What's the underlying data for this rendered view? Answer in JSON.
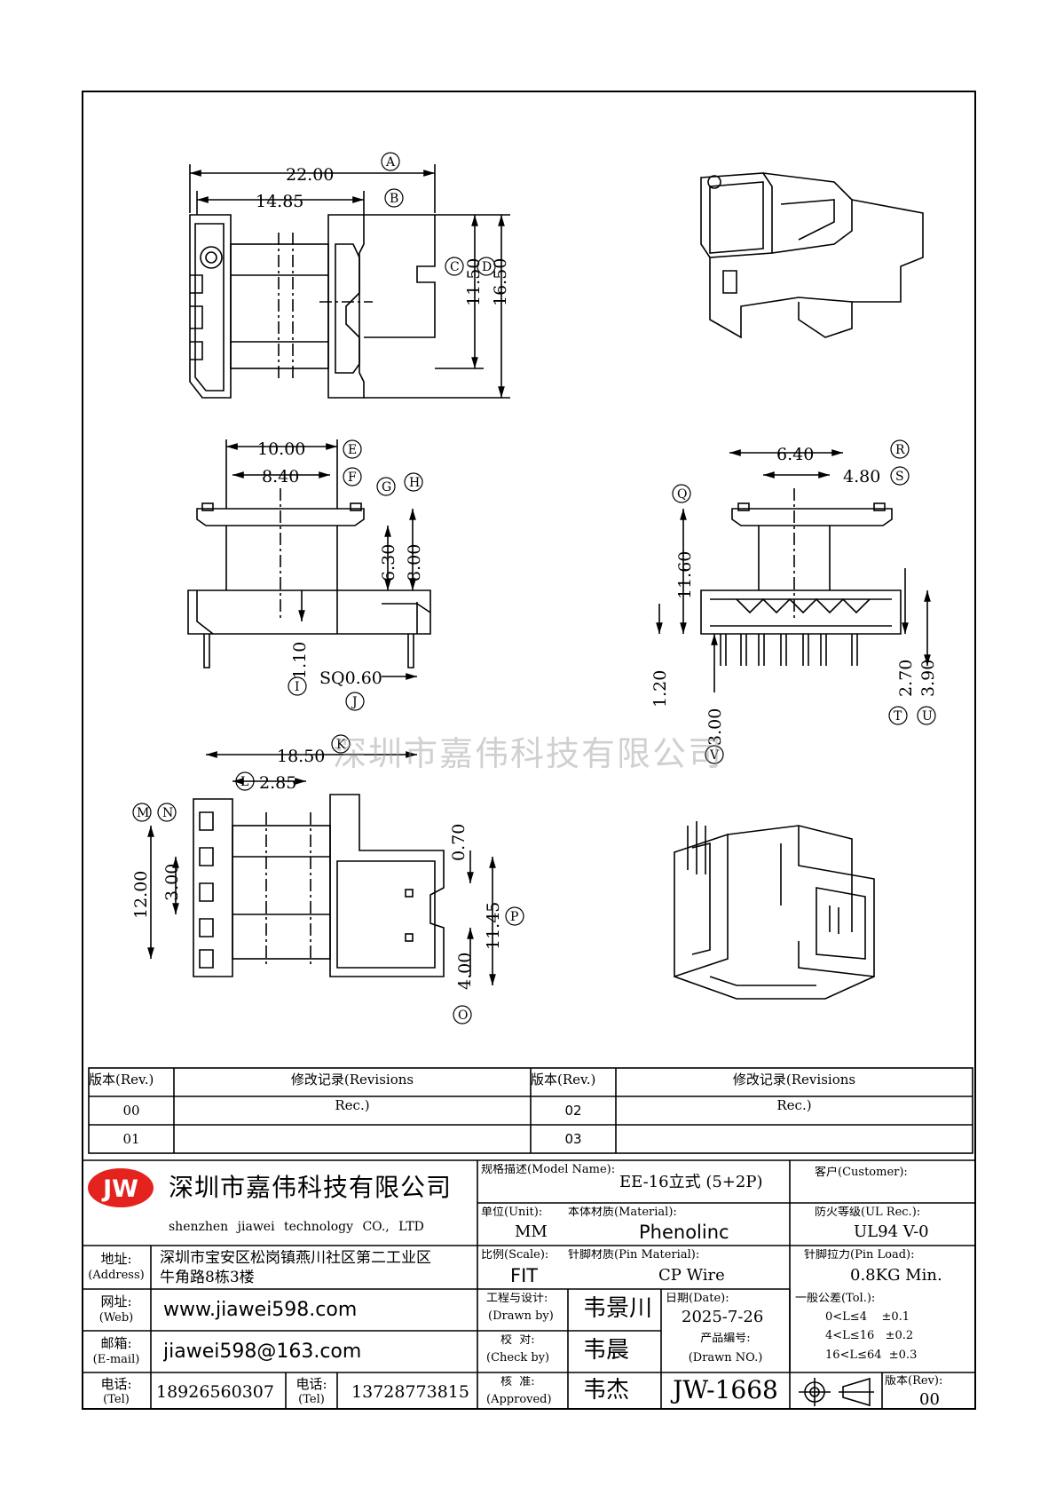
{
  "dimensions": {
    "top": {
      "a": "22.00",
      "b": "14.85",
      "c": "11.50",
      "d": "16.50"
    },
    "front": {
      "e": "10.00",
      "f": "8.40",
      "g": "6.30",
      "h": "8.00",
      "i": "1.10",
      "j": "SQ0.60"
    },
    "side": {
      "r": "6.40",
      "s": "4.80",
      "q": "11.60",
      "t": "1.20",
      "v": "3.00",
      "u": "2.70",
      "w": "3.90"
    },
    "bottom": {
      "k": "18.50",
      "l": "2.85",
      "m": "12.00",
      "n": "3.00",
      "o": "0.70",
      "p": "11.45",
      "q": "4.00"
    }
  },
  "labels": [
    "A",
    "B",
    "C",
    "D",
    "E",
    "F",
    "G",
    "H",
    "I",
    "J",
    "K",
    "L",
    "M",
    "N",
    "O",
    "P",
    "Q",
    "R",
    "S",
    "T",
    "U",
    "V"
  ],
  "watermark": "深圳市嘉伟科技有限公司",
  "revisions": {
    "col_rev": "版本(Rev.)",
    "col_rec": "修改记录(Revisions",
    "rec_text": "Rec.)",
    "rows_left": [
      "00",
      "01"
    ],
    "rows_right": [
      "02",
      "03"
    ]
  },
  "title_block": {
    "logo": "JW",
    "company_cn": "深圳市嘉伟科技有限公司",
    "company_en": "shenzhen  jiawei  technology  CO., LTD",
    "address_label": "地址:",
    "address_label_en": "(Address)",
    "address_line1": "深圳市宝安区松岗镇燕川社区第二工业区",
    "address_line2": "牛角路8栋3楼",
    "web_label": "网址:",
    "web_label_en": "(Web)",
    "web": "www.jiawei598.com",
    "email_label": "邮箱:",
    "email_label_en": "(E-mail)",
    "email": "jiawei598@163.com",
    "tel_label": "电话:",
    "tel_label_en": "(Tel)",
    "tel1": "18926560307",
    "tel2": "13728773815",
    "model_label": "规格描述(Model Name):",
    "model": "EE-16立式 (5+2P)",
    "customer_label": "客户(Customer):",
    "unit_label": "单位(Unit):",
    "unit": "MM",
    "material_label": "本体材质(Material):",
    "material": "Phenolinc",
    "ul_label": "防火等级(UL Rec.):",
    "ul": "UL94 V-0",
    "scale_label": "比例(Scale):",
    "scale": "FIT",
    "pin_material_label": "针脚材质(Pin Material):",
    "pin_material": "CP Wire",
    "pin_load_label": "针脚拉力(Pin Load):",
    "pin_load": "0.8KG Min.",
    "drawn_label": "工程与设计:",
    "drawn_label_en": "(Drawn by)",
    "drawn_by": "韦景川",
    "date_label": "日期(Date):",
    "date": "2025-7-26",
    "tol_label": "一般公差(Tol.):",
    "tol1": "0<L≤4    ±0.1",
    "tol2": "4<L≤16   ±0.2",
    "tol3": "16<L≤64  ±0.3",
    "check_label": "校  对:",
    "check_label_en": "(Check by)",
    "check_by": "韦晨",
    "part_label": "产品编号:",
    "part_label_en": "(Drawn NO.)",
    "approved_label": "核  准:",
    "approved_label_en": "(Approved)",
    "approved_by": "韦杰",
    "part_no": "JW-1668",
    "rev_label": "版本(Rev):",
    "rev": "00"
  }
}
